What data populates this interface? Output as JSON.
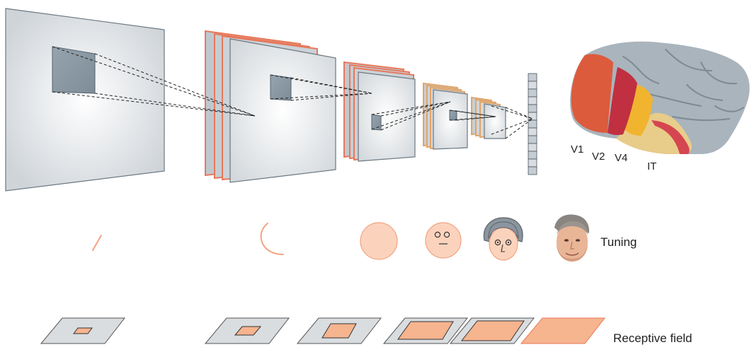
{
  "colors": {
    "layer_border_orange": "#e8785a",
    "layer_border_tan": "#e0a56a",
    "receptive_field_fill": "#f6b48f",
    "face_fill": "#fbd3bd",
    "plate_fill": "#d9dde0",
    "brain_v1": "#dc5b3c",
    "brain_v2": "#c03040",
    "brain_v4": "#f1b42e",
    "brain_it": "#e8cc8a",
    "brain_gray": "#a9b4bd"
  },
  "brain_labels": {
    "v1": "V1",
    "v2": "V2",
    "v4": "V4",
    "it": "IT"
  },
  "row_labels": {
    "tuning": "Tuning",
    "receptive_field": "Receptive field"
  },
  "tuning_icons": [
    "edge-line-icon",
    "curve-icon",
    "circle-icon",
    "simple-face-icon",
    "face-with-hair-icon",
    "real-face-photo-icon"
  ],
  "receptive_field_levels": [
    "smallest",
    "small",
    "medium",
    "large",
    "larger",
    "full"
  ]
}
